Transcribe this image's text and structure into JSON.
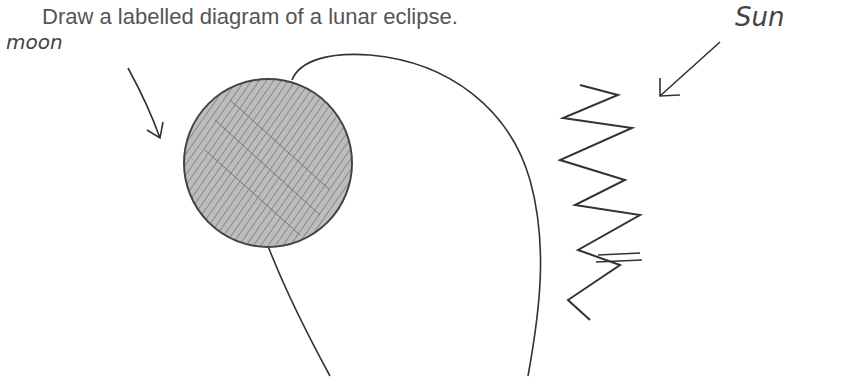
{
  "diagram": {
    "title": "Draw a labelled diagram of a lunar eclipse.",
    "labels": [
      "moon",
      "Sun"
    ]
  }
}
